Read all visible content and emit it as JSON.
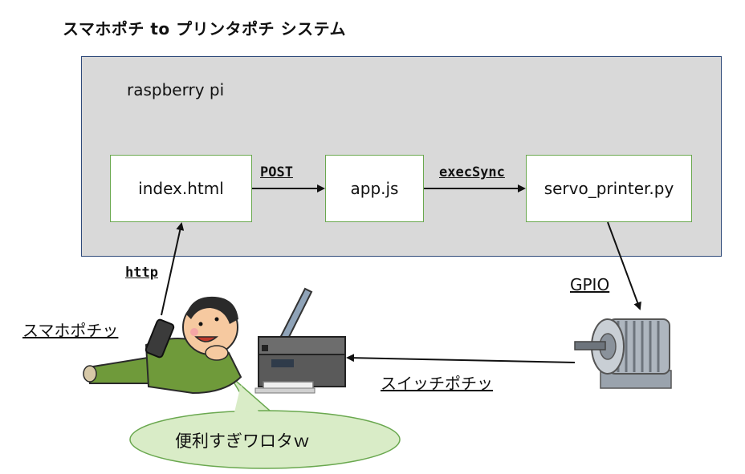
{
  "title": "スマホポチ to プリンタポチ システム",
  "container": {
    "label": "raspberry pi"
  },
  "nodes": {
    "index": "index.html",
    "app": "app.js",
    "servo": "servo_printer.py"
  },
  "edges": {
    "post": "POST",
    "execsync": "execSync",
    "http": "http",
    "gpio": "GPIO"
  },
  "actions": {
    "phone_tap": "スマホポチッ",
    "switch_tap": "スイッチポチッ"
  },
  "speech": "便利すぎワロタｗ",
  "colors": {
    "container_fill": "#d9d9d9",
    "container_border": "#2f4a7a",
    "node_border": "#6aa84f",
    "bubble_fill": "#d9ecc7",
    "shirt": "#6f9a3a"
  }
}
